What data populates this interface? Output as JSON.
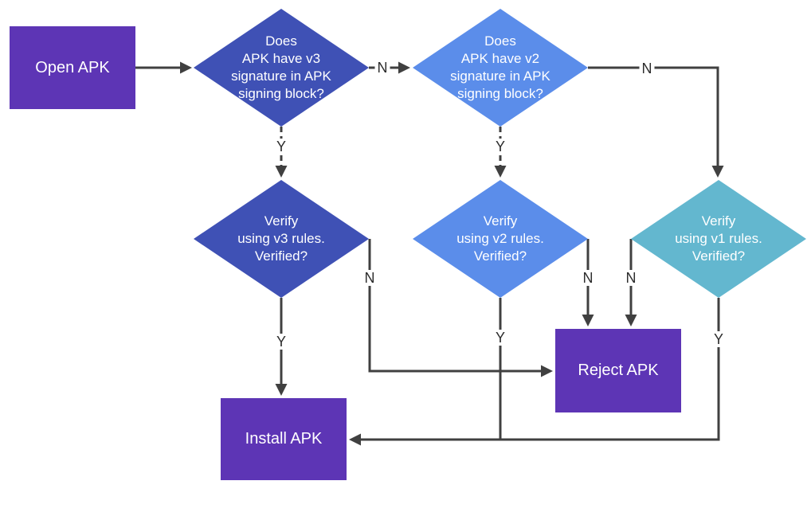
{
  "nodes": {
    "open_apk": {
      "label": "Open APK",
      "fill": "#5D35B5"
    },
    "v3_check": {
      "label": "Does\nAPK have v3\nsignature in APK\nsigning block?",
      "fill": "#3F51B5"
    },
    "v2_check": {
      "label": "Does\nAPK have v2\nsignature in APK\nsigning block?",
      "fill": "#5B8DEA"
    },
    "v3_verify": {
      "label": "Verify\nusing v3 rules.\nVerified?",
      "fill": "#3F51B5"
    },
    "v2_verify": {
      "label": "Verify\nusing v2 rules.\nVerified?",
      "fill": "#5B8DEA"
    },
    "v1_verify": {
      "label": "Verify\nusing v1 rules.\nVerified?",
      "fill": "#63B7CF"
    },
    "reject_apk": {
      "label": "Reject APK",
      "fill": "#5D35B5"
    },
    "install_apk": {
      "label": "Install APK",
      "fill": "#5D35B5"
    }
  },
  "edges": {
    "v3check_no": {
      "label": "N"
    },
    "v3check_yes": {
      "label": "Y"
    },
    "v2check_no": {
      "label": "N"
    },
    "v2check_yes": {
      "label": "Y"
    },
    "v3verify_no": {
      "label": "N"
    },
    "v3verify_yes": {
      "label": "Y"
    },
    "v2verify_no": {
      "label": "N"
    },
    "v2verify_yes": {
      "label": "Y"
    },
    "v1verify_no": {
      "label": "N"
    },
    "v1verify_yes": {
      "label": "Y"
    }
  },
  "colors": {
    "connector": "#404040",
    "edge_label_text": "#2D2D2D",
    "node_text": "#FFFFFF",
    "background": "#FFFFFF"
  }
}
